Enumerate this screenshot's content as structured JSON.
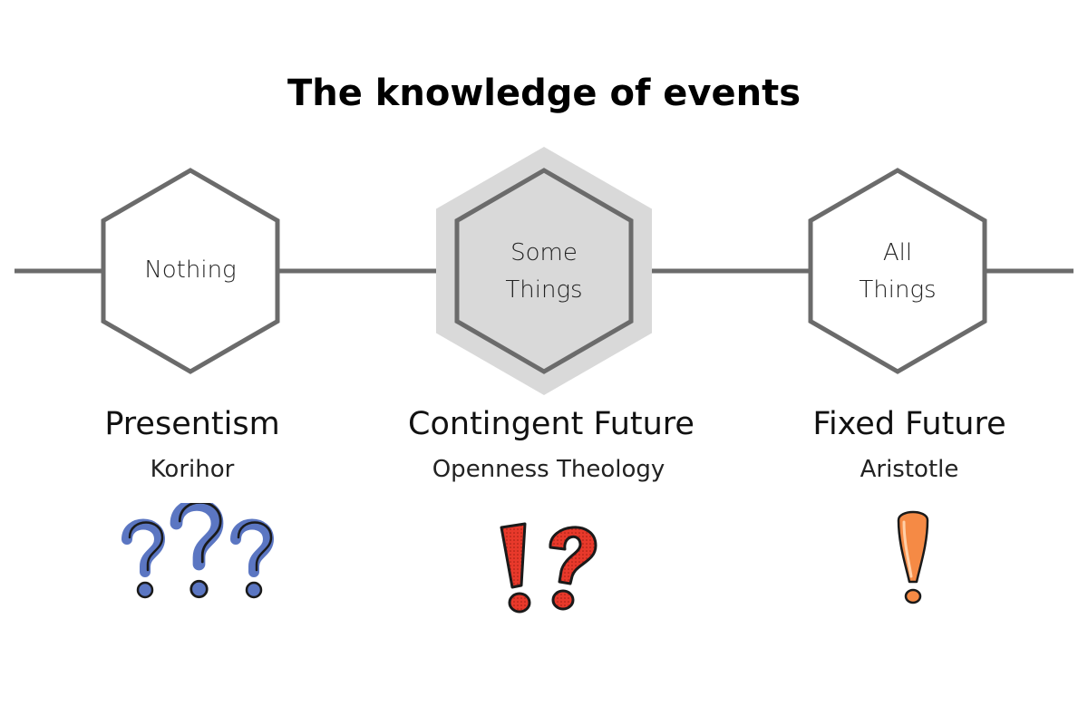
{
  "title": "The knowledge of events",
  "nodes": [
    {
      "label": "Nothing",
      "heading": "Presentism",
      "example": "Korihor",
      "icon": "three-question-marks-icon",
      "highlighted": false
    },
    {
      "label": "Some\nThings",
      "heading": "Contingent Future",
      "example": "Openness Theology",
      "icon": "exclamation-question-icon",
      "highlighted": true
    },
    {
      "label": "All\nThings",
      "heading": "Fixed Future",
      "example": "Aristotle",
      "icon": "exclamation-mark-icon",
      "highlighted": false
    }
  ],
  "colors": {
    "line": "#6b6b6b",
    "highlight_fill": "#d9d9d9",
    "question_blue": "#5b76c2",
    "exclaim_red": "#e8392b",
    "exclaim_orange": "#f58a45"
  }
}
